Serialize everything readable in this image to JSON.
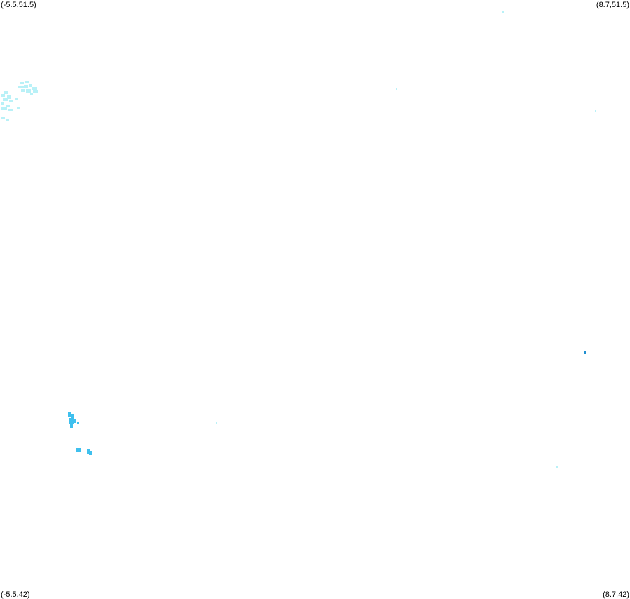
{
  "map": {
    "extent": {
      "lon_min": -5.5,
      "lon_max": 8.7,
      "lat_min": 42,
      "lat_max": 51.5
    },
    "corners": {
      "top_left": "(-5.5,51.5)",
      "top_right": "(8.7,51.5)",
      "bottom_left": "(-5.5,42)",
      "bottom_right": "(8.7,42)"
    },
    "colors": {
      "background": "#ffffff",
      "light_cells": "#b9f1f7",
      "medium_cells": "#3fc0ee",
      "dark_cells": "#1f8fd0"
    }
  }
}
